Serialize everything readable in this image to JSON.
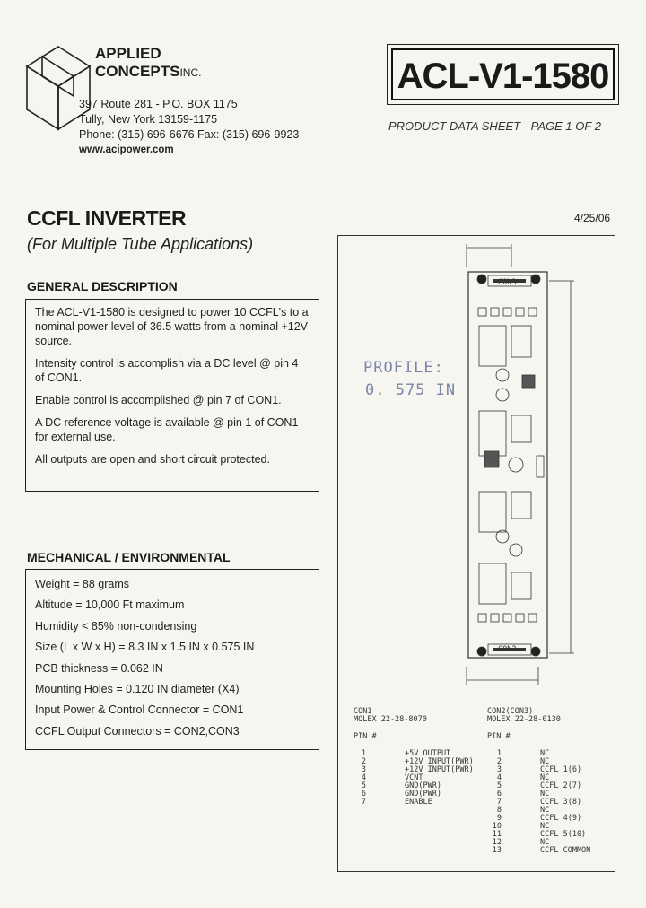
{
  "company": {
    "name_line1": "APPLIED",
    "name_line2": "CONCEPTS",
    "inc": "INC.",
    "address1": "397 Route 281 - P.O. BOX 1175",
    "address2": "Tully, New York  13159-1175",
    "phone": "Phone: (315) 696-6676   Fax: (315) 696-9923",
    "web": "www.acipower.com"
  },
  "part_number": "ACL-V1-1580",
  "sheet_label": "PRODUCT DATA SHEET - PAGE 1 OF 2",
  "title": "CCFL INVERTER",
  "subtitle": "(For Multiple Tube Applications)",
  "date": "4/25/06",
  "general": {
    "heading": "GENERAL DESCRIPTION",
    "paragraphs": [
      "The ACL-V1-1580 is designed to power 10 CCFL's to a nominal power level of 36.5 watts from a nominal +12V source.",
      "Intensity control is accomplish via a DC level  @ pin 4 of CON1.",
      "Enable control  is accomplished @ pin 7 of CON1.",
      "A DC reference voltage is available @ pin 1 of CON1 for external use.",
      "All outputs are open and short circuit protected."
    ]
  },
  "mechanical": {
    "heading": "MECHANICAL / ENVIRONMENTAL",
    "items": [
      "Weight = 88 grams",
      "Altitude = 10,000 Ft maximum",
      "Humidity < 85% non-condensing",
      "Size (L x W x H) = 8.3 IN x 1.5 IN x 0.575 IN",
      "PCB thickness = 0.062 IN",
      "Mounting Holes = 0.120 IN diameter (X4)",
      "Input Power & Control Connector = CON1",
      "CCFL Output Connectors = CON2,CON3"
    ]
  },
  "drawing": {
    "profile_label": "PROFILE:",
    "profile_value": "0. 575 IN",
    "con_top": "CON3",
    "con_bottom": "CON2",
    "con1": {
      "title": "CON1",
      "molex": "MOLEX  22-28-8070",
      "pin_header": "PIN  #",
      "pins": [
        "1",
        "2",
        "3",
        "4",
        "5",
        "6",
        "7"
      ],
      "funcs": [
        "+5V OUTPUT",
        "+12V INPUT(PWR)",
        "+12V INPUT(PWR)",
        "VCNT",
        "GND(PWR)",
        "GND(PWR)",
        "ENABLE"
      ]
    },
    "con23": {
      "title": "CON2(CON3)",
      "molex": "MOLEX  22-28-0130",
      "pin_header": "PIN  #",
      "pins": [
        "1",
        "2",
        "3",
        "4",
        "5",
        "6",
        "7",
        "8",
        "9",
        "10",
        "11",
        "12",
        "13"
      ],
      "funcs": [
        "NC",
        "NC",
        "CCFL 1(6)",
        "NC",
        "CCFL 2(7)",
        "NC",
        "CCFL 3(8)",
        "NC",
        "CCFL 4(9)",
        "NC",
        "CCFL 5(10)",
        "NC",
        "CCFL COMMON"
      ]
    }
  }
}
